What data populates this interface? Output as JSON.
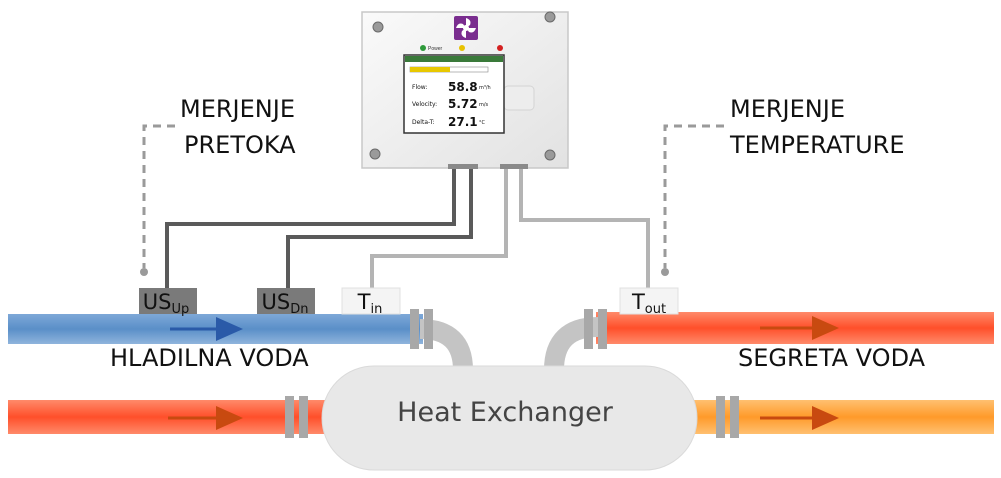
{
  "labels": {
    "flow_measurement": [
      "MERJENJE",
      "PRETOKA"
    ],
    "temp_measurement": [
      "MERJENJE",
      "TEMPERATURE"
    ],
    "cold_water": "HLADILNA VODA",
    "heated_water": "SEGRETA VODA",
    "heat_exchanger": "Heat Exchanger"
  },
  "sensors": {
    "us_up": {
      "main": "US",
      "sub": "Up"
    },
    "us_dn": {
      "main": "US",
      "sub": "Dn"
    },
    "t_in": {
      "main": "T",
      "sub": "in"
    },
    "t_out": {
      "main": "T",
      "sub": "out"
    }
  },
  "device": {
    "logo_icon": "fan-logo-icon",
    "indicators": [
      {
        "label": "Power",
        "color": "#2e9a3a"
      },
      {
        "label": "",
        "color": "#e8c200"
      },
      {
        "label": "",
        "color": "#d42020"
      }
    ],
    "screen": {
      "header_left": "",
      "header_right": "",
      "readings": [
        {
          "label": "Flow:",
          "value": "58.8",
          "unit": "m³/h"
        },
        {
          "label": "Velocity:",
          "value": "5.72",
          "unit": "m/s"
        },
        {
          "label": "Delta-T:",
          "value": "27.1",
          "unit": "°C"
        }
      ]
    }
  },
  "colors": {
    "cold_pipe": "#5a8fc8",
    "hot_pipe": "#ff5a32",
    "heat_pipe_out": "#ff9a2a",
    "arrow": "#c84a10",
    "cold_arrow": "#2a5aa8",
    "sensor_dark": "#7a7a7a",
    "cable_dark": "#5a5a5a",
    "cable_light": "#b4b4b4",
    "exchanger": "#e8e8e8",
    "logo_bg": "#7a2d8f"
  }
}
